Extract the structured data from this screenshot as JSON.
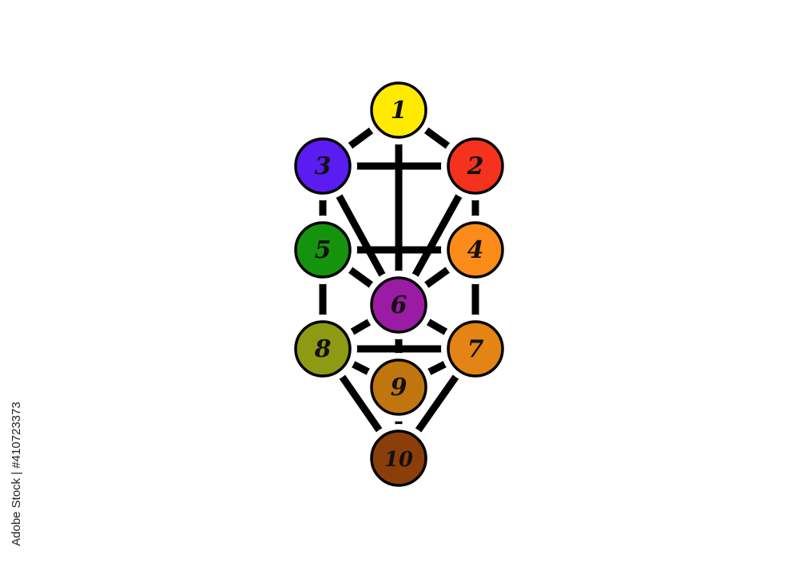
{
  "diagram": {
    "nodes": [
      {
        "id": "1",
        "label": "1",
        "color": "#ffea00"
      },
      {
        "id": "2",
        "label": "2",
        "color": "#f5321d"
      },
      {
        "id": "3",
        "label": "3",
        "color": "#5a1cf0"
      },
      {
        "id": "4",
        "label": "4",
        "color": "#fb8c1a"
      },
      {
        "id": "5",
        "label": "5",
        "color": "#16930d"
      },
      {
        "id": "6",
        "label": "6",
        "color": "#9b1ca4"
      },
      {
        "id": "7",
        "label": "7",
        "color": "#e48414"
      },
      {
        "id": "8",
        "label": "8",
        "color": "#8e9a14"
      },
      {
        "id": "9",
        "label": "9",
        "color": "#c0750f"
      },
      {
        "id": "10",
        "label": "10",
        "color": "#8b3e0a"
      }
    ],
    "edges": [
      [
        "1",
        "2"
      ],
      [
        "1",
        "3"
      ],
      [
        "1",
        "6"
      ],
      [
        "2",
        "3"
      ],
      [
        "2",
        "4"
      ],
      [
        "2",
        "6"
      ],
      [
        "3",
        "5"
      ],
      [
        "3",
        "6"
      ],
      [
        "4",
        "5"
      ],
      [
        "4",
        "6"
      ],
      [
        "4",
        "7"
      ],
      [
        "5",
        "6"
      ],
      [
        "5",
        "8"
      ],
      [
        "6",
        "7"
      ],
      [
        "6",
        "8"
      ],
      [
        "6",
        "9"
      ],
      [
        "7",
        "8"
      ],
      [
        "7",
        "9"
      ],
      [
        "7",
        "10"
      ],
      [
        "8",
        "9"
      ],
      [
        "8",
        "10"
      ],
      [
        "9",
        "10"
      ]
    ],
    "stroke_color": "#000000"
  },
  "watermark": {
    "stock_id": "Adobe Stock | #410723373"
  }
}
